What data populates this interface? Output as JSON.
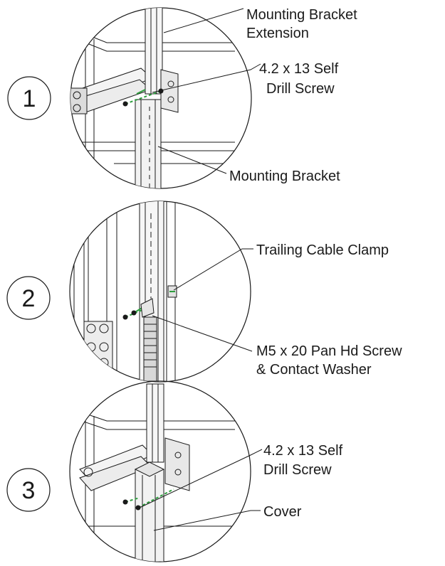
{
  "steps": [
    {
      "number": "1",
      "callouts": [
        {
          "lines": [
            "Mounting Bracket",
            "Extension"
          ]
        },
        {
          "lines": [
            "4.2 x 13 Self",
            "Drill Screw"
          ]
        },
        {
          "lines": [
            "Mounting Bracket"
          ]
        }
      ]
    },
    {
      "number": "2",
      "callouts": [
        {
          "lines": [
            "Trailing Cable Clamp"
          ]
        },
        {
          "lines": [
            "M5 x 20 Pan Hd Screw",
            "& Contact Washer"
          ]
        }
      ]
    },
    {
      "number": "3",
      "callouts": [
        {
          "lines": [
            "4.2 x 13 Self",
            "Drill Screw"
          ]
        },
        {
          "lines": [
            "Cover"
          ]
        }
      ]
    }
  ],
  "colors": {
    "line": "#1a1a1a",
    "screw_accent": "#2e9e3e",
    "background": "#ffffff"
  }
}
